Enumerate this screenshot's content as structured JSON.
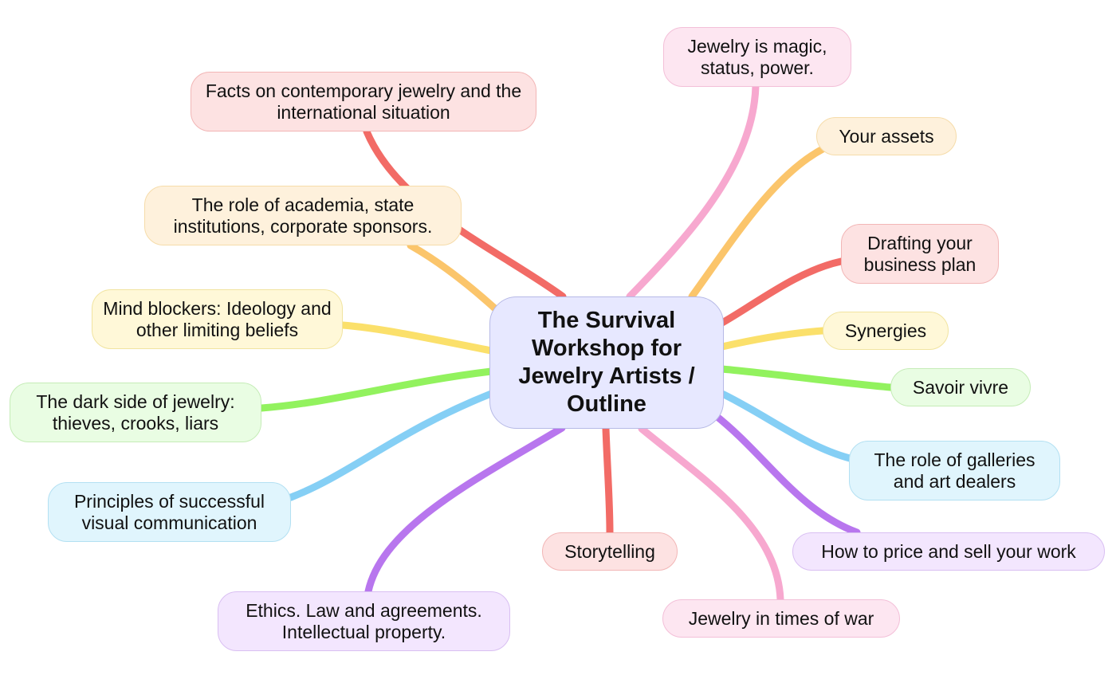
{
  "central": {
    "label": "The Survival Workshop for Jewelry Artists / Outline"
  },
  "colors": {
    "red": "#f26b66",
    "orange": "#fbc56b",
    "yellow": "#fbe06b",
    "green": "#92f25e",
    "blue": "#85cff5",
    "purple": "#b876ee",
    "pink": "#f7a8cf"
  },
  "topics": [
    {
      "id": "facts",
      "label": "Facts on contemporary jewelry and the international situation",
      "color": "red"
    },
    {
      "id": "academia",
      "label": "The role of academia, state institutions, corporate sponsors.",
      "color": "orange"
    },
    {
      "id": "mind-blockers",
      "label": "Mind blockers: Ideology and other limiting beliefs",
      "color": "yellow"
    },
    {
      "id": "dark-side",
      "label": "The dark side of jewelry: thieves, crooks, liars",
      "color": "green"
    },
    {
      "id": "visual-communication",
      "label": "Principles of successful visual communication",
      "color": "blue"
    },
    {
      "id": "ethics",
      "label": "Ethics. Law and agreements. Intellectual property.",
      "color": "purple"
    },
    {
      "id": "storytelling",
      "label": "Storytelling",
      "color": "red"
    },
    {
      "id": "times-of-war",
      "label": "Jewelry in times of war",
      "color": "pink"
    },
    {
      "id": "price-and-sell",
      "label": "How to price and sell your work",
      "color": "purple"
    },
    {
      "id": "galleries",
      "label": "The role of galleries and art dealers",
      "color": "blue"
    },
    {
      "id": "savoir-vivre",
      "label": "Savoir vivre",
      "color": "green"
    },
    {
      "id": "synergies",
      "label": "Synergies",
      "color": "yellow"
    },
    {
      "id": "business-plan",
      "label": "Drafting your business plan",
      "color": "red"
    },
    {
      "id": "assets",
      "label": "Your assets",
      "color": "orange"
    },
    {
      "id": "magic",
      "label": "Jewelry is magic, status, power.",
      "color": "pink"
    }
  ]
}
